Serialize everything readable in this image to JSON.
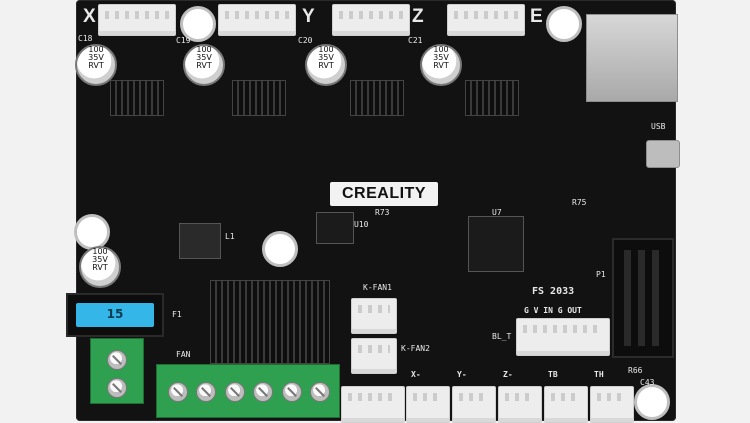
{
  "board": {
    "brand": "CREALITY",
    "board_id": "FS 2033",
    "axes": [
      "X",
      "Y",
      "Z",
      "E"
    ]
  },
  "labels": {
    "usb": "USB",
    "p1": "P1",
    "fan1": "K-FAN1",
    "fan2": "K-FAN2",
    "bl_t": "BL_T",
    "g_v_in_g_out": "G V IN G OUT",
    "xminus": "X-",
    "yminus": "Y-",
    "zminus": "Z-",
    "tb": "TB",
    "th": "TH",
    "u7": "U7",
    "u10": "U10",
    "c18": "C18",
    "c19": "C19",
    "c20": "C20",
    "c21": "C21",
    "l1": "L1",
    "f1": "F1",
    "fan": "FAN",
    "r73": "R73",
    "r75": "R75",
    "r66": "R66",
    "c43": "C43"
  },
  "components": {
    "cap1": {
      "line1": "100",
      "line2": "35V",
      "line3": "RVT"
    },
    "cap2": {
      "line1": "100",
      "line2": "35V",
      "line3": "RVT"
    },
    "cap3": {
      "line1": "100",
      "line2": "35V",
      "line3": "RVT"
    },
    "cap4": {
      "line1": "100",
      "line2": "35V",
      "line3": "RVT"
    },
    "cap5": {
      "line1": "100",
      "line2": "35V",
      "line3": "RVT"
    },
    "fuse": {
      "label": "15"
    }
  },
  "colors": {
    "pcb": "#121212",
    "silk": "#e8e8e8",
    "connector": "#ededed",
    "terminal": "#2ea04f",
    "fuse": "#35b6e8"
  }
}
